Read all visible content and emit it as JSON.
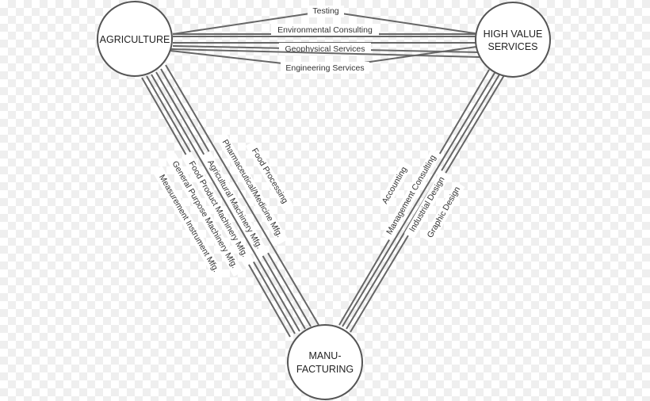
{
  "nodes": {
    "agriculture": {
      "lines": [
        "AGRICULTURE"
      ]
    },
    "high_value_services": {
      "lines": [
        "HIGH VALUE",
        "SERVICES"
      ]
    },
    "manufacturing": {
      "lines": [
        "MANU-",
        "FACTURING"
      ]
    }
  },
  "links": {
    "agriculture_to_services": [
      "Testing",
      "Environmental Consulting",
      "Geophysical Services",
      "Engineering Services"
    ],
    "agriculture_to_manufacturing": [
      "Food Processing",
      "Pharmaceutical/Medicine Mfg.",
      "Agricultural Machinery Mfg.",
      "Food Product Machinery Mfg.",
      "General Purpose Machinery Mfg.",
      "Measurement Instrument Mfg."
    ],
    "services_to_manufacturing": [
      "Accounting",
      "Management Consulting",
      "Industrial Design",
      "Graphic Design"
    ]
  }
}
